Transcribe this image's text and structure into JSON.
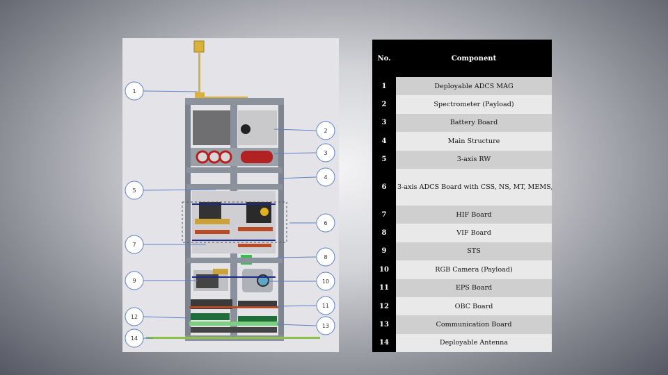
{
  "table": {
    "header_no": "No.",
    "header_component": "Component",
    "rows": [
      {
        "no": "1",
        "component": "Deployable ADCS MAG"
      },
      {
        "no": "2",
        "component": "Spectrometer (Payload)"
      },
      {
        "no": "3",
        "component": "Battery Board"
      },
      {
        "no": "4",
        "component": "Main Structure"
      },
      {
        "no": "5",
        "component": "3-axis RW"
      },
      {
        "no": "6",
        "component": "3-axis ADCS Board with CSS, NS, MT, MEMS,"
      },
      {
        "no": "7",
        "component": "HIF Board"
      },
      {
        "no": "8",
        "component": "VIF Board"
      },
      {
        "no": "9",
        "component": "STS"
      },
      {
        "no": "10",
        "component": "RGB Camera (Payload)"
      },
      {
        "no": "11",
        "component": "EPS Board"
      },
      {
        "no": "12",
        "component": "OBC Board"
      },
      {
        "no": "13",
        "component": "Communication Board"
      },
      {
        "no": "14",
        "component": "Deployable Antenna"
      }
    ]
  },
  "figure": {
    "callouts": [
      "1",
      "2",
      "3",
      "4",
      "5",
      "6",
      "7",
      "8",
      "9",
      "10",
      "11",
      "12",
      "13",
      "14"
    ]
  },
  "colors": {
    "header_bg": "#000000",
    "row_dark": "#cfcfcf",
    "row_light": "#e9e9e9",
    "callout_line": "#5b7fc4",
    "frame": "#7e8590"
  }
}
